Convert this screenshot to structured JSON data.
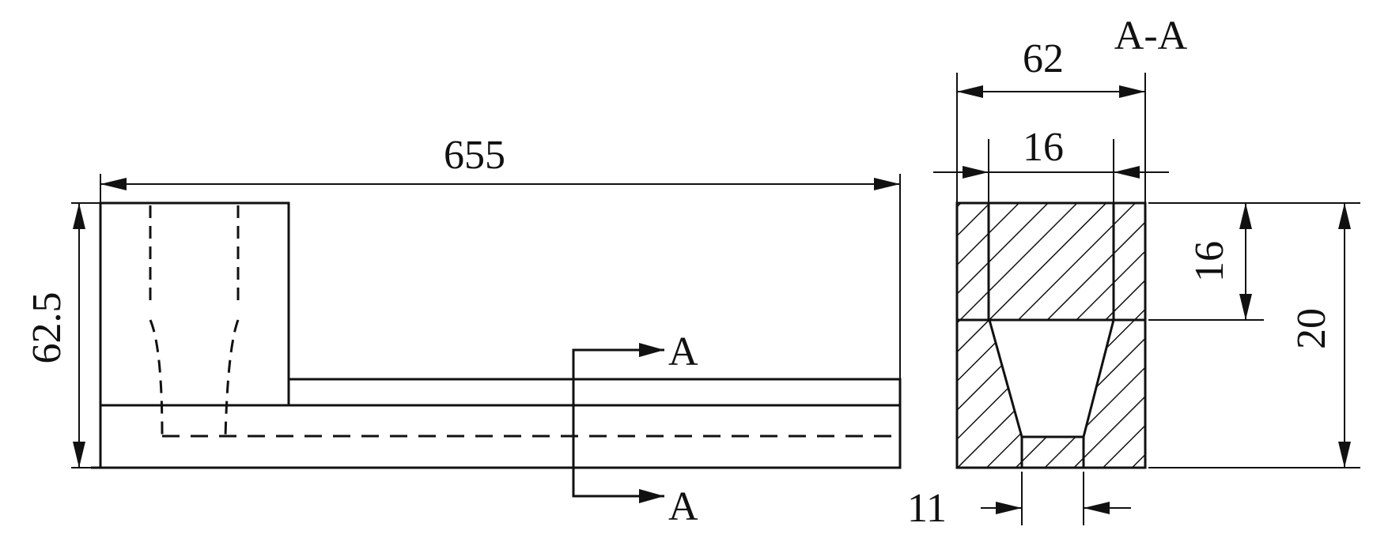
{
  "dimensions": {
    "overall_length": "655",
    "overall_height": "62.5",
    "section_width": "62",
    "inner_width": "16",
    "upper_height": "16",
    "total_height": "20",
    "slot_width": "11"
  },
  "section": {
    "title": "A-A",
    "marker_top": "A",
    "marker_bottom": "A"
  },
  "colors": {
    "line": "#111111",
    "background": "#ffffff"
  }
}
